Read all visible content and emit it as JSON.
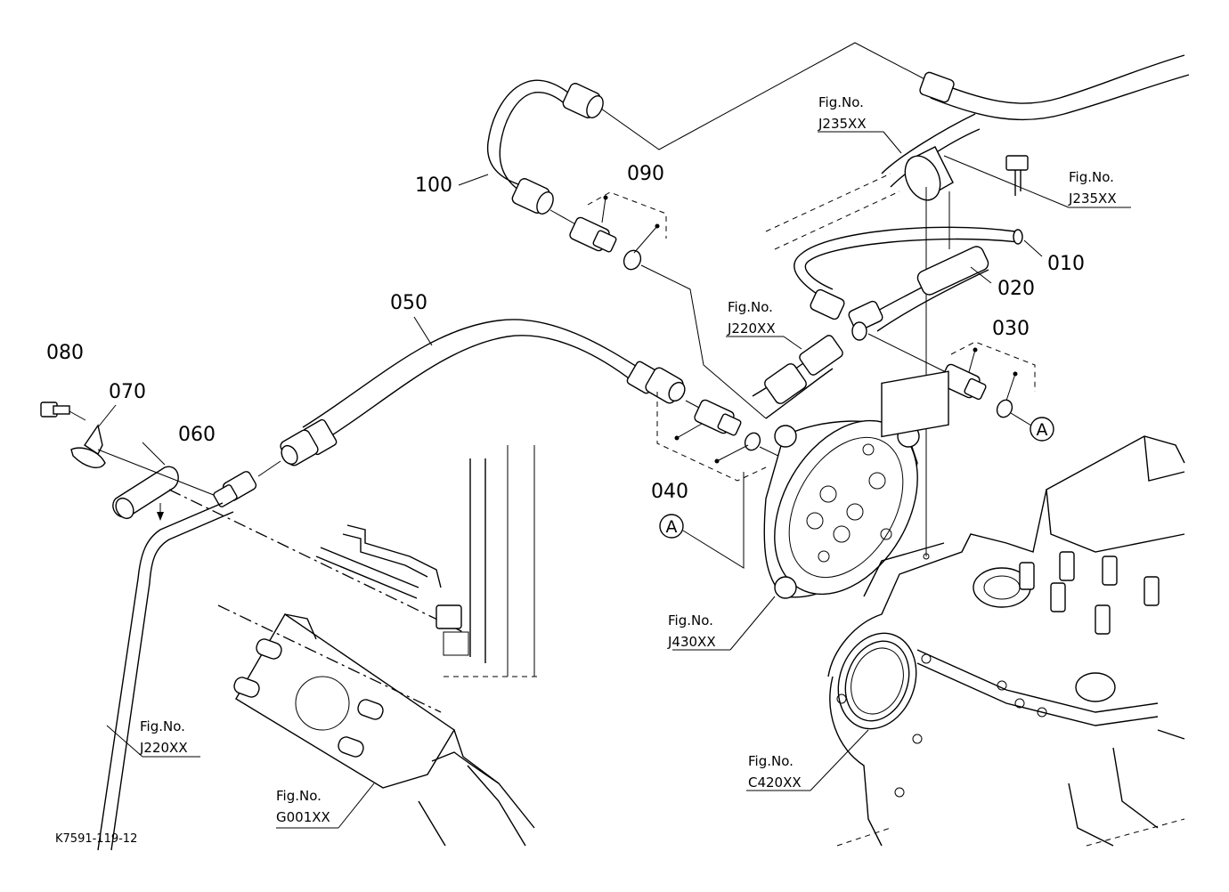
{
  "drawing_id": "K7591-119-12",
  "part_numbers": {
    "p010": "010",
    "p020": "020",
    "p030": "030",
    "p040": "040",
    "p050": "050",
    "p060": "060",
    "p070": "070",
    "p080": "080",
    "p090": "090",
    "p100": "100"
  },
  "callouts": {
    "marker_a_1": "A",
    "marker_a_2": "A"
  },
  "figure_references": {
    "j235_top": {
      "line1": "Fig.No.",
      "line2": "J235XX"
    },
    "j235_right": {
      "line1": "Fig.No.",
      "line2": "J235XX"
    },
    "j220_mid": {
      "line1": "Fig.No.",
      "line2": "J220XX"
    },
    "j430": {
      "line1": "Fig.No.",
      "line2": "J430XX"
    },
    "j220_left": {
      "line1": "Fig.No.",
      "line2": "J220XX"
    },
    "g001": {
      "line1": "Fig.No.",
      "line2": "G001XX"
    },
    "c420": {
      "line1": "Fig.No.",
      "line2": "C420XX"
    }
  }
}
